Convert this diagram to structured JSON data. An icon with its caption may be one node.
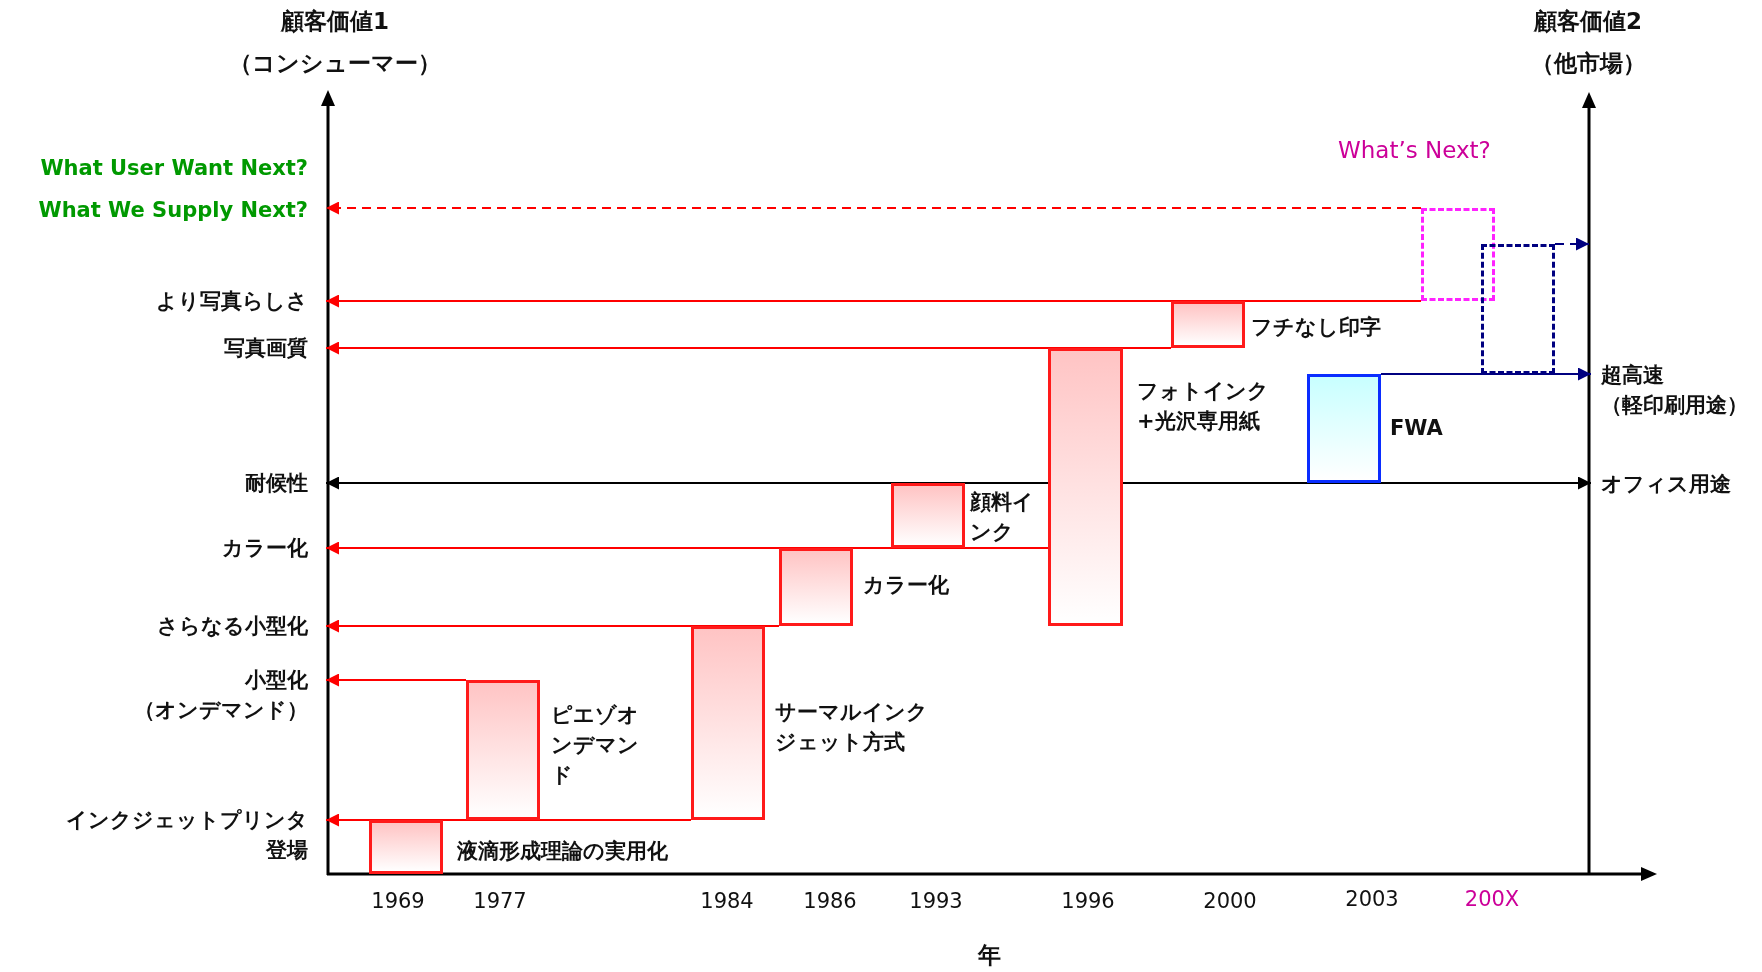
{
  "diagram": {
    "nodes": [
      {
        "text": [
          "What User Want Next?"
        ]
      },
      {
        "text": [
          "What We Supply Next?"
        ]
      },
      {
        "text": [
          "より写真らしさ"
        ]
      },
      {
        "text": [
          "写真画質"
        ]
      },
      {
        "text": [
          "耐候性"
        ]
      },
      {
        "text": [
          "カラー化"
        ]
      },
      {
        "text": [
          "さらなる小型化"
        ]
      },
      {
        "text": [
          "小型化（オンデマンド）"
        ]
      },
      {
        "text": [
          "インクジェットプリンタ登場"
        ]
      },
      {
        "text": [],
        "shape": "box",
        "beside": [
          "液滴形成理論の実用化"
        ]
      },
      {
        "text": [],
        "shape": "box",
        "beside": [
          "ピエゾオンデマンド"
        ]
      },
      {
        "text": [],
        "shape": "box",
        "beside": [
          "サーマルインクジェット方式"
        ]
      },
      {
        "text": [],
        "shape": "box",
        "beside": [
          "カラー化"
        ]
      },
      {
        "text": [],
        "shape": "box",
        "beside": [
          "顔料インク"
        ]
      },
      {
        "text": [],
        "shape": "box",
        "beside": [
          "フォトインク+光沢専用紙"
        ]
      },
      {
        "text": [],
        "shape": "box",
        "beside": [
          "フチなし印字"
        ]
      },
      {
        "text": [],
        "shape": "box",
        "beside": [
          "FWA"
        ]
      },
      {
        "text": [],
        "shape": "box",
        "beside": [
          "What’s Next?"
        ]
      },
      {
        "text": [],
        "shape": "box"
      },
      {
        "text": [
          "超高速（軽印刷用途）"
        ]
      },
      {
        "text": [
          "オフィス用途"
        ]
      }
    ],
    "edges": [
      {
        "from": 17,
        "to": 1,
        "arrow": "to",
        "style": "dashed"
      },
      {
        "from": 17,
        "to": 2,
        "arrow": "to"
      },
      {
        "from": 15,
        "to": 3,
        "arrow": "to"
      },
      {
        "from": 14,
        "to": 4,
        "arrow": "to",
        "color": "#000000"
      },
      {
        "from": 14,
        "to": 20,
        "arrow": "to",
        "color": "#000000"
      },
      {
        "from": 14,
        "to": 5,
        "arrow": "to"
      },
      {
        "from": 12,
        "to": 6,
        "arrow": "to"
      },
      {
        "from": 10,
        "to": 7,
        "arrow": "to"
      },
      {
        "from": 11,
        "to": 8,
        "arrow": "to"
      },
      {
        "from": 16,
        "to": 19,
        "arrow": "to",
        "color": "#000080"
      },
      {
        "from": 18,
        "to": null,
        "arrow": "to",
        "style": "dashed",
        "color": "#000080"
      }
    ],
    "labels": [
      "顧客価値1",
      "（コンシューマー）",
      "顧客価値2",
      "（他市場）",
      "1969",
      "1977",
      "1984",
      "1986",
      "1993",
      "1996",
      "2000",
      "2003",
      "200X",
      "年"
    ]
  }
}
